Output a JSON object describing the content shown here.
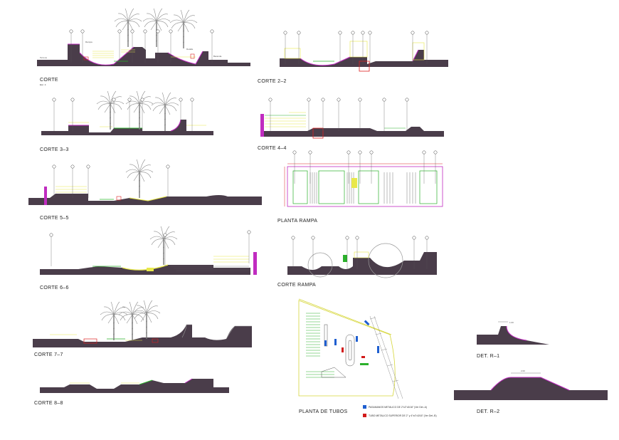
{
  "sections": [
    {
      "id": "corte-1",
      "title": "CORTE",
      "subtitle": "Esc. 1:"
    },
    {
      "id": "corte-2-2",
      "title": "CORTE 2–2",
      "subtitle": ""
    },
    {
      "id": "corte-3-3",
      "title": "CORTE 3–3",
      "subtitle": ""
    },
    {
      "id": "corte-4-4",
      "title": "CORTE 4–4",
      "subtitle": ""
    },
    {
      "id": "corte-5-5",
      "title": "CORTE 5–5",
      "subtitle": ""
    },
    {
      "id": "planta-rampa",
      "title": "PLANTA RAMPA",
      "subtitle": ""
    },
    {
      "id": "corte-6-6",
      "title": "CORTE 6–6",
      "subtitle": ""
    },
    {
      "id": "corte-rampa",
      "title": "CORTE RAMPA",
      "subtitle": ""
    },
    {
      "id": "corte-7-7",
      "title": "CORTE 7–7",
      "subtitle": ""
    },
    {
      "id": "corte-8-8",
      "title": "CORTE 8–8",
      "subtitle": ""
    },
    {
      "id": "planta-tubos",
      "title": "PLANTA DE TUBOS",
      "subtitle": ""
    },
    {
      "id": "det-r1",
      "title": "DET. R–1",
      "subtitle": ""
    },
    {
      "id": "det-r2",
      "title": "DET. R–2",
      "subtitle": ""
    }
  ],
  "legend": [
    {
      "color": "#1f5fd0",
      "text": "PASAMANOS METALICO DE 2\"x2\"x3/16\" (Ver Det.-A)"
    },
    {
      "color": "#d21a1a",
      "text": "TUBO METALICO SUPERIOR DE 2\" y 4\"x4\"x3/16\" (Ver Det.-B)"
    }
  ],
  "details": {
    "r1_dim": "1.00",
    "r2_dim": "2.00"
  },
  "colors": {
    "ground": "#4a3d4a",
    "edge": "#c02cc0",
    "yellow": "#e8e84a",
    "green": "#2bb02b",
    "red": "#dd2222",
    "grey": "#8a8a8a"
  }
}
